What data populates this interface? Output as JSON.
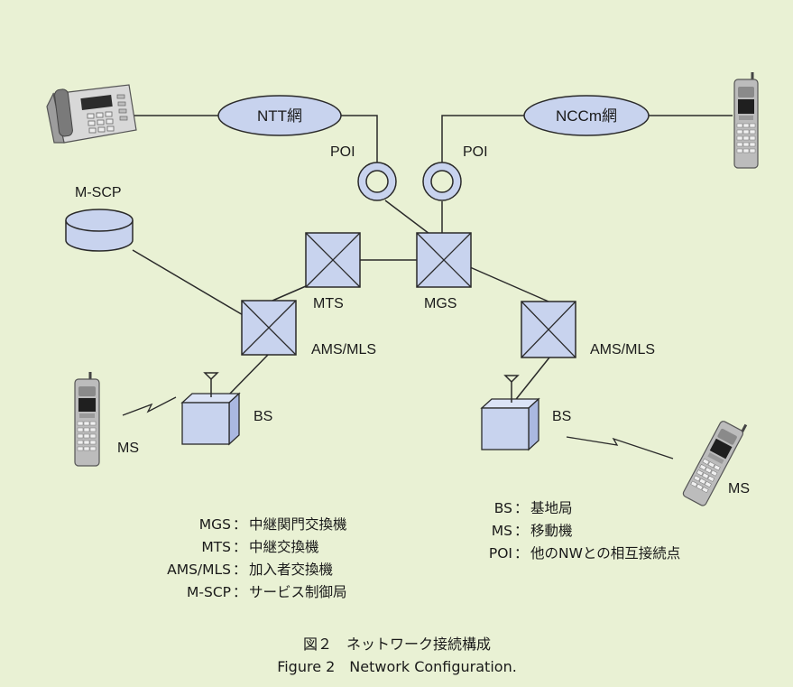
{
  "colors": {
    "background": "#e9f1d4",
    "node_fill": "#c8d3ee",
    "line": "#2a2a2a"
  },
  "networks": {
    "ntt": "NTT網",
    "nccm": "NCCm網"
  },
  "poi_labels": {
    "left": "POI",
    "right": "POI"
  },
  "nodes": {
    "mscp": "M-SCP",
    "mts": "MTS",
    "mgs": "MGS",
    "ams_left": "AMS/MLS",
    "ams_right": "AMS/MLS",
    "bs_left": "BS",
    "bs_right": "BS",
    "ms_left": "MS",
    "ms_right": "MS"
  },
  "legend_left": [
    {
      "term": "MGS",
      "def": "中継関門交換機"
    },
    {
      "term": "MTS",
      "def": "中継交換機"
    },
    {
      "term": "AMS/MLS",
      "def": "加入者交換機"
    },
    {
      "term": "M-SCP",
      "def": "サービス制御局"
    }
  ],
  "legend_right": [
    {
      "term": "BS",
      "def": "基地局"
    },
    {
      "term": "MS",
      "def": "移動機"
    },
    {
      "term": "POI",
      "def": "他のNWとの相互接続点"
    }
  ],
  "legend_separator": "：",
  "caption": {
    "jp": "図２　ネットワーク接続構成",
    "en": "Figure 2　Network Configuration."
  },
  "icons": [
    "desk-telephone-icon",
    "mobile-phone-icon",
    "antenna-icon",
    "database-cylinder-icon",
    "switch-cross-icon",
    "radio-link-icon"
  ]
}
